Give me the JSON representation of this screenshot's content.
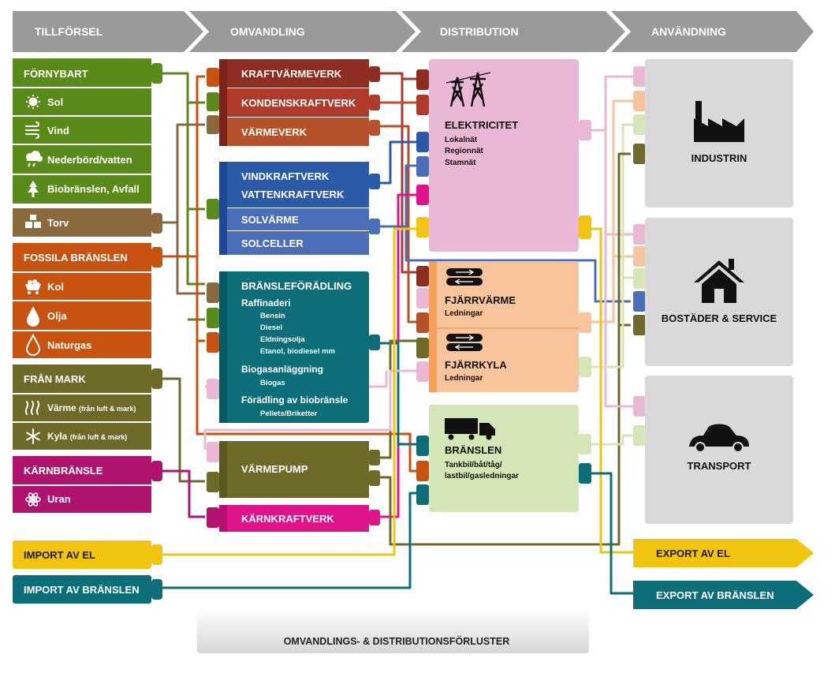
{
  "stages": [
    "TILLFÖRSEL",
    "OMVANDLING",
    "DISTRIBUTION",
    "ANVÄNDNING"
  ],
  "supply": {
    "fornybart": "FÖRNYBART",
    "sol": "Sol",
    "vind": "Vind",
    "vatten": "Nederbörd/vatten",
    "bio": "Biobränslen, Avfall",
    "torv": "Torv",
    "fossila": "FOSSILA BRÄNSLEN",
    "kol": "Kol",
    "olja": "Olja",
    "naturgas": "Naturgas",
    "fran_mark": "FRÅN MARK",
    "varme": "Värme",
    "varme_note": "(från luft & mark)",
    "kyla": "Kyla",
    "kyla_note": "(från luft & mark)",
    "karnbransle": "KÄRNBRÄNSLE",
    "uran": "Uran",
    "import_el": "IMPORT AV EL",
    "import_bransle": "IMPORT AV BRÄNSLEN"
  },
  "conversion": {
    "kraftvarmeverk": "KRAFTVÄRMEVERK",
    "kondenskraftverk": "KONDENSKRAFTVERK",
    "varmeverk": "VÄRMEVERK",
    "vindkraftverk": "VINDKRAFTVERK",
    "vattenkraftverk": "VATTENKRAFTVERK",
    "solvarme": "SOLVÄRME",
    "solceller": "SOLCELLER",
    "bransleforadling": "BRÄNSLEFÖRÄDLING",
    "raffinaderi": "Raffinaderi",
    "bensin": "Bensin",
    "diesel": "Diesel",
    "eldningsolja": "Eldningsolja",
    "etanol": "Etanol, biodiesel mm",
    "biogasanlaggning": "Biogasanläggning",
    "biogas": "Biogas",
    "foradling_bio": "Förädling av biobränsle",
    "pellets": "Pellets/Briketter",
    "varmepump": "VÄRMEPUMP",
    "karnkraftverk": "KÄRNKRAFTVERK"
  },
  "distribution": {
    "elektricitet": "ELEKTRICITET",
    "lokalnat": "Lokalnät",
    "regionnat": "Regionnät",
    "stamnat": "Stamnät",
    "fjarrvarme": "FJÄRRVÄRME",
    "fjarrvarme_sub": "Ledningar",
    "fjarrkyla": "FJÄRRKYLA",
    "fjarrkyla_sub": "Ledningar",
    "bransle": "BRÄNSLEN",
    "bransle_sub1": "Tankbil/båt/tåg/",
    "bransle_sub2": "lastbil/gasledningar"
  },
  "usage": {
    "industrin": "INDUSTRIN",
    "bostader": "BOSTÄDER & SERVICE",
    "transport": "TRANSPORT",
    "export_el": "EXPORT AV EL",
    "export_bransle": "EXPORT AV BRÄNSLEN"
  },
  "losses": "OMVANDLINGS- & DISTRIBUTIONSFÖRLUSTER",
  "colors": {
    "green": "#5a8a1a",
    "brown": "#8a6a3c",
    "orange": "#c8520f",
    "olive": "#6e6a28",
    "magenta": "#b0136e",
    "yellow": "#f1c40f",
    "teal": "#0b6e78",
    "red": "#a83a2e",
    "blue": "#2b5aa8",
    "pink": "#e9b8d4",
    "peach": "#f8c49b",
    "lightgreen": "#d4e6b5",
    "gray": "#d9d9d9"
  }
}
